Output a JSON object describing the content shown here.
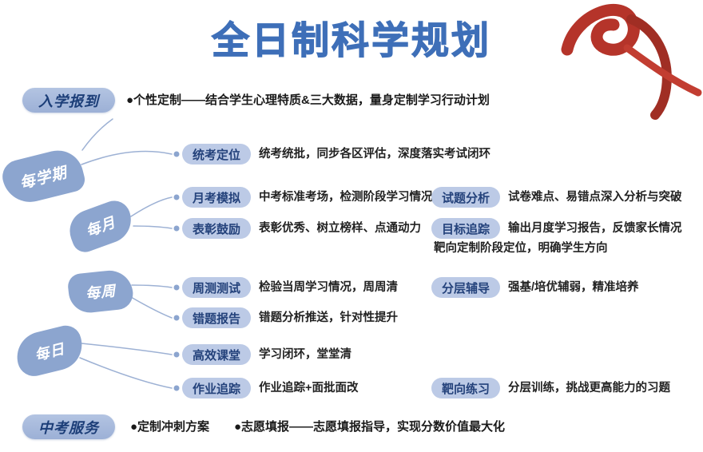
{
  "title": "全日制科学规划",
  "colors": {
    "title_blue": "#3e6fb8",
    "pill_fill": "#a7bada",
    "pill_text": "#1c3e78",
    "petal_fill": "#8ca5cf",
    "badge_fill": "#bccae6",
    "badge_text": "#24427b",
    "ribbon_red": "#b5342a"
  },
  "enrollment": {
    "label": "入学报到",
    "text": "●个性定制——结合学生心理特质&三大数据，量身定制学习行动计划"
  },
  "periods": {
    "semester": "每学期",
    "month": "每月",
    "week": "每周",
    "day": "每日"
  },
  "rows": [
    {
      "badge": "统考定位",
      "text": "统考统批，同步各区评估，深度落实考试闭环"
    },
    {
      "badge": "月考模拟",
      "text": "中考标准考场，检测阶段学习情况"
    },
    {
      "badge": "表彰鼓励",
      "text": "表彰优秀、树立榜样、点通动力"
    },
    {
      "badge": "周测测试",
      "text": "检验当周学习情况，周周清"
    },
    {
      "badge": "错题报告",
      "text": "错题分析推送，针对性提升"
    },
    {
      "badge": "高效课堂",
      "text": "学习闭环，堂堂清"
    },
    {
      "badge": "作业追踪",
      "text": "作业追踪+面批面改"
    }
  ],
  "right_rows": [
    {
      "badge": "试题分析",
      "text": "试卷难点、易错点深入分析与突破"
    },
    {
      "badge": "目标追踪",
      "text": "输出月度学习报告，反馈家长情况",
      "text2": "靶向定制阶段定位，明确学生方向"
    },
    {
      "badge": "分层辅导",
      "text": "强基/培优辅弱，精准培养"
    },
    {
      "badge": "靶向练习",
      "text": "分层训练，挑战更高能力的习题"
    }
  ],
  "exam_service": {
    "label": "中考服务",
    "item1": "●定制冲刺方案",
    "item2": "●志愿填报——志愿填报指导，实现分数价值最大化"
  }
}
